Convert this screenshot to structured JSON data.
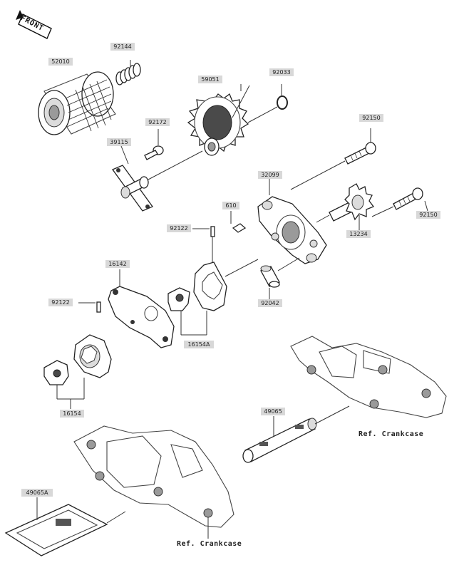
{
  "diagram": {
    "front_label": "FRONT",
    "ref_crankcase_right": "Ref. Crankcase",
    "ref_crankcase_bottom": "Ref. Crankcase",
    "parts": {
      "p52010": "52010",
      "p92144": "92144",
      "p59051": "59051",
      "p92033": "92033",
      "p92172": "92172",
      "p39115": "39115",
      "p92150a": "92150",
      "p32099": "32099",
      "p610": "610",
      "p92150b": "92150",
      "p92122a": "92122",
      "p13234": "13234",
      "p16142": "16142",
      "p92042": "92042",
      "p92122b": "92122",
      "p16154A": "16154A",
      "p16154": "16154",
      "p49065": "49065",
      "p49065A": "49065A"
    }
  }
}
